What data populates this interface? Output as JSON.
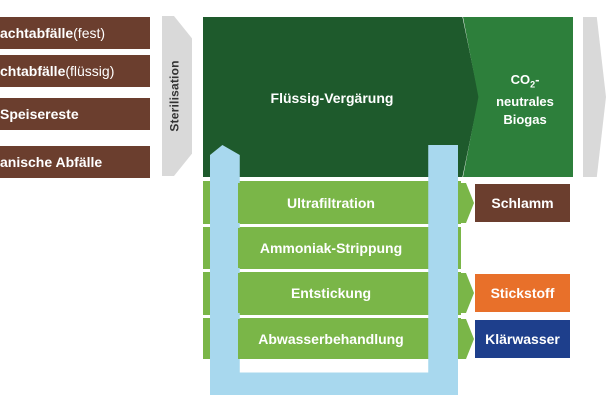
{
  "inputs": [
    {
      "label": "achtabfälle",
      "suffix": " (fest)"
    },
    {
      "label": "chtabfälle",
      "suffix": " (flüssig)"
    },
    {
      "label": "Speisereste",
      "suffix": ""
    },
    {
      "label": "anische Abfälle",
      "suffix": ""
    }
  ],
  "sterilisation": "Sterilisation",
  "fermentation": "Flüssig-Vergärung",
  "biogas": {
    "line1": "CO",
    "sub": "2",
    "dash": "-",
    "line2": "neutrales",
    "line3": "Biogas"
  },
  "steps": [
    "Ultrafiltration",
    "Ammoniak-Strippung",
    "Entstickung",
    "Abwasserbehandlung"
  ],
  "outputs": [
    {
      "label": "Schlamm",
      "color": "#6b3e2e"
    },
    {
      "label": "Stickstoff",
      "color": "#e8702a"
    },
    {
      "label": "Klärwasser",
      "color": "#1e3f8c"
    }
  ],
  "colors": {
    "dark_green": "#1e5a2c",
    "mid_green": "#2d7f3b",
    "light_green": "#7ab648",
    "water_blue": "#a8d8ee",
    "input_brown": "#6b3e2e"
  }
}
